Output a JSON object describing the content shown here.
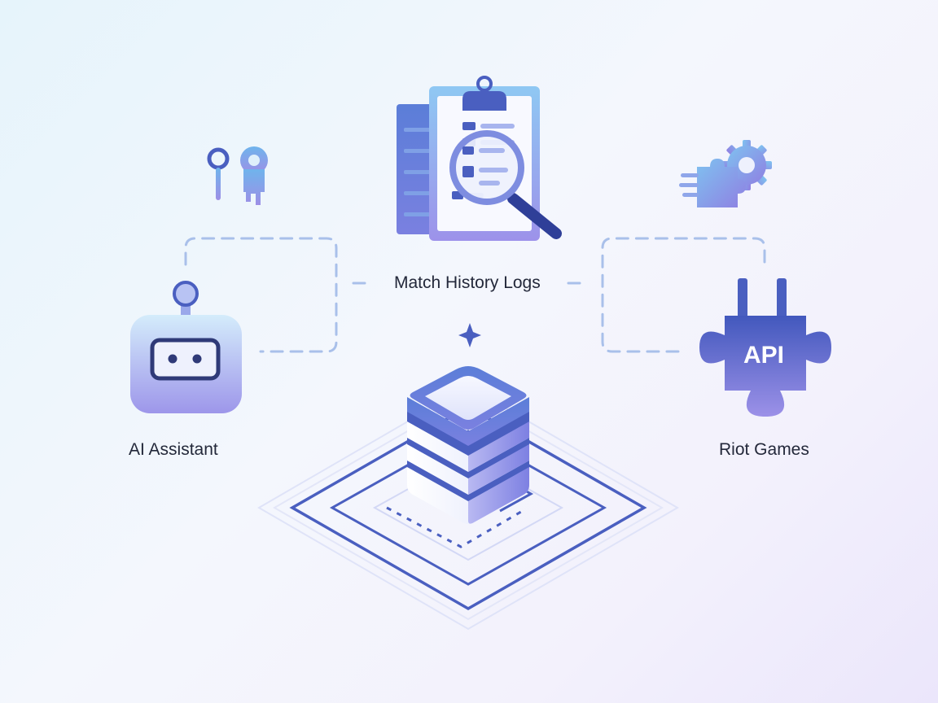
{
  "nodes": {
    "ai_assistant": {
      "label": "AI Assistant",
      "icon": "robot-icon"
    },
    "match_history": {
      "label": "Match History Logs",
      "icon": "clipboard-magnifier-icon"
    },
    "riot_games": {
      "label": "Riot Games",
      "icon": "api-puzzle-icon",
      "badge": "API"
    },
    "database": {
      "icon": "database-stack-icon"
    }
  },
  "decor": [
    "key-icons",
    "gear-puzzle-icon",
    "sparkle-icon"
  ],
  "colors": {
    "primary": "#4a5fc0",
    "secondary": "#8f8ee6",
    "light": "#cfd6f7",
    "connector": "#a9c0ea",
    "text": "#23283a"
  }
}
